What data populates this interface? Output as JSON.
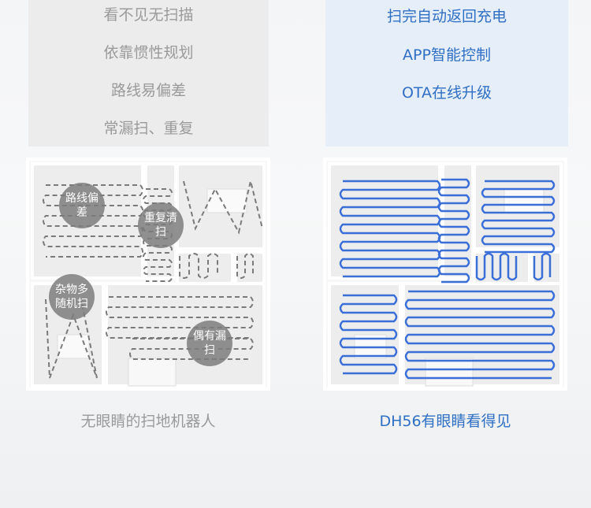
{
  "left": {
    "features": [
      "看不见无扫描",
      "依靠惯性规划",
      "路线易偏差",
      "常漏扫、重复"
    ],
    "bubbles": [
      "路线偏差",
      "重复清扫",
      "杂物多随机扫",
      "偶有漏扫"
    ],
    "caption": "无眼睛的扫地机器人"
  },
  "right": {
    "features": [
      "扫完自动返回充电",
      "APP智能控制",
      "OTA在线升级"
    ],
    "caption": "DH56有眼睛看得见"
  },
  "colors": {
    "accent": "#2f6fc4",
    "path_blue": "#3a6fd8",
    "path_gray": "#7a7a7a"
  }
}
